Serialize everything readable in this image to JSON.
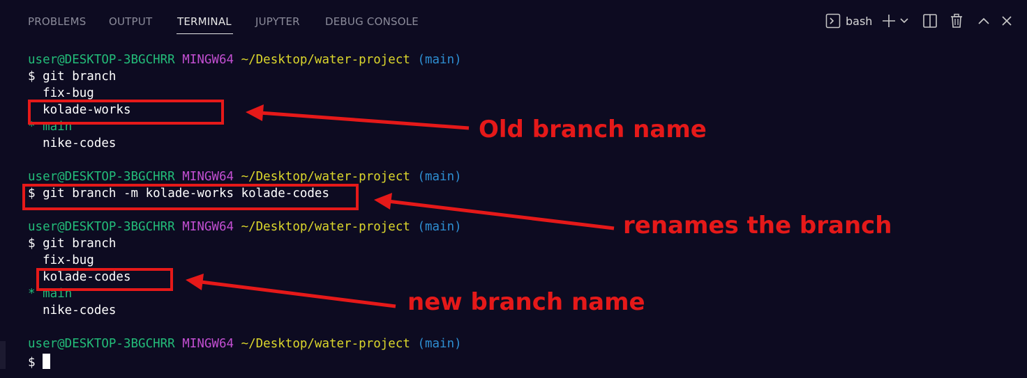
{
  "panel": {
    "tabs": [
      {
        "label": "PROBLEMS"
      },
      {
        "label": "OUTPUT"
      },
      {
        "label": "TERMINAL"
      },
      {
        "label": "JUPYTER"
      },
      {
        "label": "DEBUG CONSOLE"
      }
    ],
    "active_tab": "TERMINAL",
    "terminal_name": "bash"
  },
  "prompt": {
    "user": "user@DESKTOP-3BGCHRR",
    "system": "MINGW64",
    "path": "~/Desktop/water-project",
    "branch": "(main)",
    "symbol": "$"
  },
  "terminal": {
    "cmd1": "git branch",
    "list1": [
      "fix-bug",
      "kolade-works",
      "main",
      "nike-codes"
    ],
    "cmd2": "git branch -m kolade-works kolade-codes",
    "cmd3": "git branch",
    "list2": [
      "fix-bug",
      "kolade-codes",
      "main",
      "nike-codes"
    ],
    "current_marker": "*"
  },
  "annotations": {
    "old": "Old branch name",
    "renames": "renames the branch",
    "new": "new branch name",
    "color": "#e51919"
  },
  "colors": {
    "background": "#0d0b21",
    "user": "#23bc79",
    "system": "#c34fd2",
    "path": "#dcd72c",
    "branch": "#2e8fd3"
  }
}
